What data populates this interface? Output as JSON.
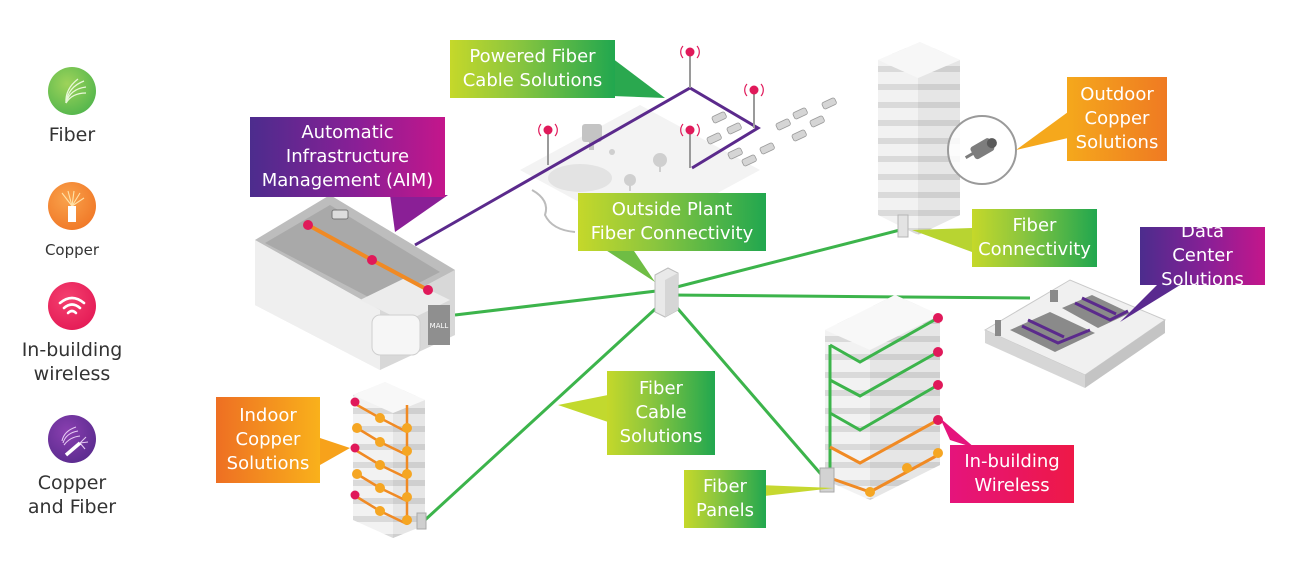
{
  "legend": [
    {
      "label": "Fiber",
      "icon": "fiber-icon",
      "color": "#4fb848"
    },
    {
      "label": "Copper",
      "icon": "copper-icon",
      "color": "#f07c1f"
    },
    {
      "label": "In-building wireless",
      "line1": "In-building",
      "line2": "wireless",
      "icon": "wireless-icon",
      "color": "#e8115a"
    },
    {
      "label": "Copper and Fiber",
      "line1": "Copper",
      "line2": "and Fiber",
      "icon": "copper-fiber-icon",
      "color": "#6a2a98"
    }
  ],
  "callouts": {
    "powered_fiber": {
      "line1": "Powered Fiber",
      "line2": "Cable Solutions"
    },
    "aim": {
      "line1": "Automatic",
      "line2": "Infrastructure",
      "line3": "Management (AIM)"
    },
    "outside_plant": {
      "line1": "Outside Plant",
      "line2": "Fiber Connectivity"
    },
    "outdoor_copper": {
      "line1": "Outdoor",
      "line2": "Copper",
      "line3": "Solutions"
    },
    "fiber_connectivity": {
      "line1": "Fiber",
      "line2": "Connectivity"
    },
    "data_center": {
      "line1": "Data Center",
      "line2": "Solutions"
    },
    "indoor_copper": {
      "line1": "Indoor",
      "line2": "Copper",
      "line3": "Solutions"
    },
    "fiber_cable": {
      "line1": "Fiber",
      "line2": "Cable",
      "line3": "Solutions"
    },
    "fiber_panels": {
      "line1": "Fiber",
      "line2": "Panels"
    },
    "inbuilding_wireless": {
      "line1": "In-building",
      "line2": "Wireless"
    }
  },
  "mall_sign": "MALL",
  "colors": {
    "fiber": "#3cb44b",
    "copper": "#f08a24",
    "wireless": "#e0195a",
    "copper_fiber": "#5b2a8c"
  }
}
